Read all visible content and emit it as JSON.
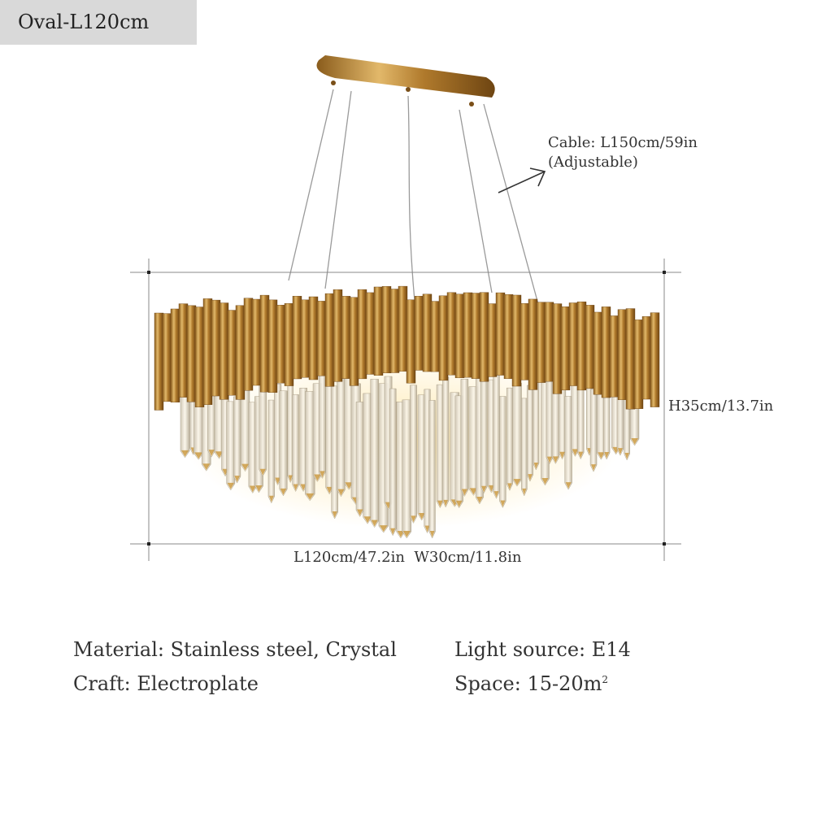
{
  "variant_tag": "Oval-L120cm",
  "cable": {
    "line1": "Cable: L150cm/59in",
    "line2": "(Adjustable)"
  },
  "dimensions": {
    "height": "H35cm/13.7in",
    "length_width": "L120cm/47.2in  W30cm/11.8in"
  },
  "specs": {
    "material": "Material: Stainless steel, Crystal",
    "light_source": "Light source: E14",
    "craft": "Craft: Electroplate",
    "space": "Space: 15-20m",
    "space_unit_sup": "2"
  },
  "colors": {
    "gold": "#c9963a",
    "crystal": "#e8e2d4",
    "tag_bg": "#d9d9d9"
  }
}
